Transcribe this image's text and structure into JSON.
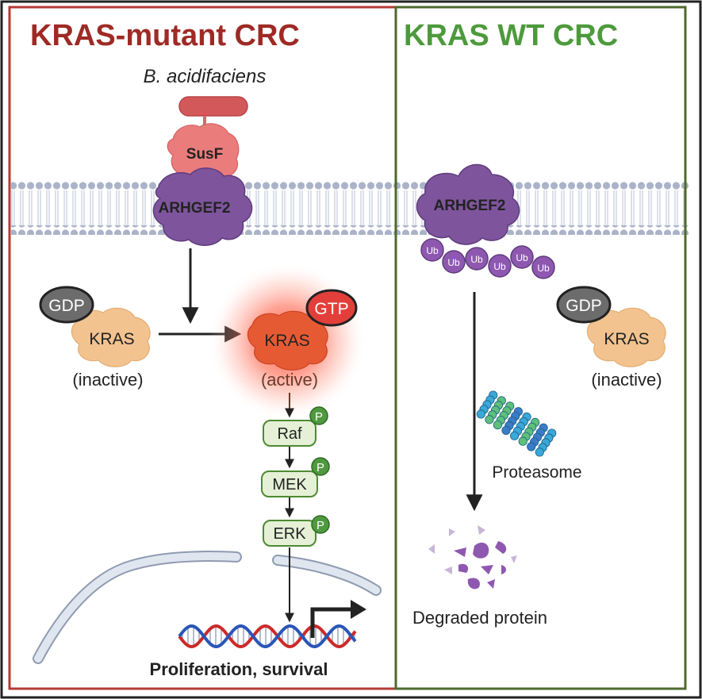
{
  "colors": {
    "mutant_red": "#9e2a25",
    "wt_green": "#4d9a3c",
    "wt_border": "#4e6a2c",
    "membrane": "#a9b2c8",
    "arhgef2": "#7e559c",
    "kras": "#f2c38f",
    "kras_active": "#e65a33",
    "susf": "#ea7c7c",
    "bacterium": "#d2585a",
    "gdp": "#6c6c6c",
    "gtp": "#e33f3a",
    "ub": "#8e58b0",
    "kinase_fill": "#e5f0d6",
    "kinase_border": "#4e8a33",
    "phospho": "#4f9a3f"
  },
  "left_panel": {
    "title": "KRAS-mutant CRC",
    "bacterium": "B. acidifaciens",
    "susf": "SusF",
    "arhgef2": "ARHGEF2",
    "gdp": "GDP",
    "kras_inactive": "KRAS",
    "inactive_label": "(inactive)",
    "kras_active": "KRAS",
    "gtp": "GTP",
    "active_label": "(active)",
    "cascade": [
      {
        "name": "Raf",
        "p": "P"
      },
      {
        "name": "MEK",
        "p": "P"
      },
      {
        "name": "ERK",
        "p": "P"
      }
    ],
    "outcome": "Proliferation, survival"
  },
  "right_panel": {
    "title": "KRAS WT CRC",
    "arhgef2": "ARHGEF2",
    "ub_tags": [
      "Ub",
      "Ub",
      "Ub",
      "Ub",
      "Ub",
      "Ub"
    ],
    "gdp": "GDP",
    "kras": "KRAS",
    "inactive_label": "(inactive)",
    "proteasome": "Proteasome",
    "degraded": "Degraded protein"
  }
}
